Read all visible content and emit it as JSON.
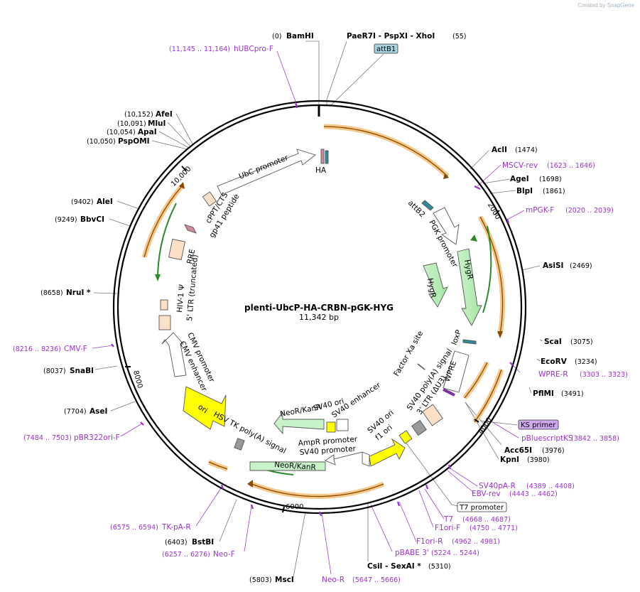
{
  "watermark": {
    "prefix": "Created by",
    "brand": "SnapGene"
  },
  "plasmid": {
    "name": "plenti-UbcP-HA-CRBN-pGK-HYG",
    "length_label": "11,342 bp",
    "length": 11342
  },
  "ticks": [
    {
      "bp": 2000,
      "label": "2000"
    },
    {
      "bp": 4000,
      "label": "4000"
    },
    {
      "bp": 6000,
      "label": "6000"
    },
    {
      "bp": 8000,
      "label": "8000"
    },
    {
      "bp": 10000,
      "label": "10,000"
    }
  ],
  "sites": [
    {
      "name": "BamHI",
      "pos": "(0)"
    },
    {
      "name": "PaeR7I  - PspXI  - XhoI",
      "pos": "(55)"
    },
    {
      "name": "AclI",
      "pos": "(1474)"
    },
    {
      "name": "AgeI",
      "pos": "(1698)"
    },
    {
      "name": "BlpI",
      "pos": "(1861)"
    },
    {
      "name": "AsiSI",
      "pos": "(2469)"
    },
    {
      "name": "ScaI",
      "pos": "(3075)"
    },
    {
      "name": "EcoRV",
      "pos": "(3234)"
    },
    {
      "name": "PflMI",
      "pos": "(3491)"
    },
    {
      "name": "Acc65I",
      "pos": "(3976)"
    },
    {
      "name": "KpnI",
      "pos": "(3980)"
    },
    {
      "name": "CsiI  - SexAI *",
      "pos": "(5310)"
    },
    {
      "name": "MscI",
      "pos": "(5803)"
    },
    {
      "name": "BstBI",
      "pos": "(6403)"
    },
    {
      "name": "AseI",
      "pos": "(7704)"
    },
    {
      "name": "SnaBI",
      "pos": "(8037)"
    },
    {
      "name": "NruI *",
      "pos": "(8658)"
    },
    {
      "name": "BbvCI",
      "pos": "(9249)"
    },
    {
      "name": "AleI",
      "pos": "(9402)"
    },
    {
      "name": "PspOMI",
      "pos": "(10,050)"
    },
    {
      "name": "ApaI",
      "pos": "(10,054)"
    },
    {
      "name": "MluI",
      "pos": "(10,091)"
    },
    {
      "name": "AfeI",
      "pos": "(10,152)"
    }
  ],
  "primers": [
    {
      "name": "hUBCpro-F",
      "range": "(11,145 .. 11,164)"
    },
    {
      "name": "MSCV-rev",
      "range": "(1623 .. 1646)"
    },
    {
      "name": "mPGK-F",
      "range": "(2020 .. 2039)"
    },
    {
      "name": "WPRE-R",
      "range": "(3303 .. 3323)"
    },
    {
      "name": "pBluescriptKS",
      "range": "(3842 .. 3858)"
    },
    {
      "name": "SV40pA-R",
      "range": "(4389 .. 4408)"
    },
    {
      "name": "EBV-rev",
      "range": "(4443 .. 4462)"
    },
    {
      "name": "T7",
      "range": "(4668 .. 4687)"
    },
    {
      "name": "F1ori-F",
      "range": "(4750 .. 4771)"
    },
    {
      "name": "F1ori-R",
      "range": "(4962 .. 4981)"
    },
    {
      "name": "pBABE 3'",
      "range": "(5224 .. 5244)"
    },
    {
      "name": "Neo-R",
      "range": "(5647 .. 5666)"
    },
    {
      "name": "Neo-F",
      "range": "(6257 .. 6276)"
    },
    {
      "name": "TK-pA-R",
      "range": "(6575 .. 6594)"
    },
    {
      "name": "pBR322ori-F",
      "range": "(7484 .. 7503)"
    },
    {
      "name": "CMV-F",
      "range": "(8216 .. 8236)"
    }
  ],
  "boxed": {
    "attb1": "attB1",
    "ks_primer": "KS primer",
    "t7_promoter": "T7 promoter"
  },
  "features": [
    {
      "id": "ha",
      "label": "HA"
    },
    {
      "id": "ubc",
      "label": "UbC promoter"
    },
    {
      "id": "cppt",
      "label": "cPPT/CTS"
    },
    {
      "id": "gp41",
      "label": "gp41 peptide"
    },
    {
      "id": "rre",
      "label": "RRE"
    },
    {
      "id": "psi",
      "label": "HIV-1 Ψ"
    },
    {
      "id": "ltr5",
      "label": "5' LTR (truncated)"
    },
    {
      "id": "cmvp",
      "label": "CMV promoter"
    },
    {
      "id": "cmve",
      "label": "CMV enhancer"
    },
    {
      "id": "ori",
      "label": "ori"
    },
    {
      "id": "hsv",
      "label": "HSV TK poly(A) signal"
    },
    {
      "id": "neo1",
      "label": "NeoR/KanR"
    },
    {
      "id": "neo2",
      "label": "NeoR/KanR"
    },
    {
      "id": "sv40ori1",
      "label": "SV40 ori"
    },
    {
      "id": "sv40enh",
      "label": "SV40 enhancer"
    },
    {
      "id": "ampr",
      "label": "AmpR promoter"
    },
    {
      "id": "sv40p",
      "label": "SV40 promoter"
    },
    {
      "id": "sv40ori2",
      "label": "SV40 ori"
    },
    {
      "id": "f1",
      "label": "f1 ori"
    },
    {
      "id": "sv40pa",
      "label": "SV40 poly(A) signal"
    },
    {
      "id": "ltr3",
      "label": "3' LTR (ΔU3)"
    },
    {
      "id": "fxa",
      "label": "Factor Xa site"
    },
    {
      "id": "wpre",
      "label": "WPRE"
    },
    {
      "id": "loxp",
      "label": "loxP"
    },
    {
      "id": "hygr1",
      "label": "HygR"
    },
    {
      "id": "hygr2",
      "label": "HygR"
    },
    {
      "id": "pgk",
      "label": "PGK promoter"
    },
    {
      "id": "attb2",
      "label": "attB2"
    }
  ]
}
